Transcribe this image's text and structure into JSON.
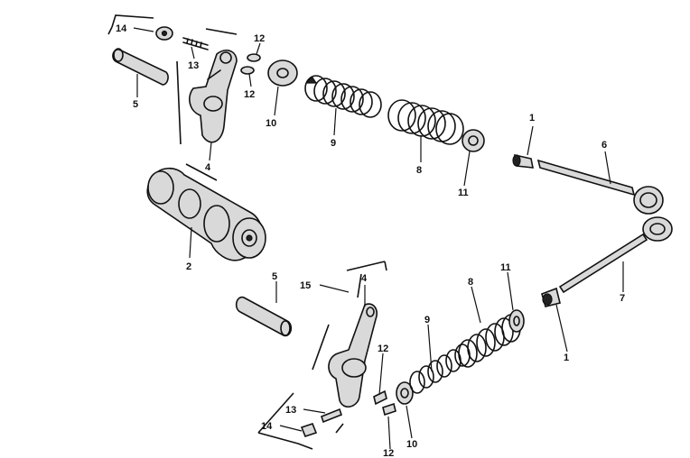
{
  "callouts": {
    "c1a": "1",
    "c1b": "1",
    "c2": "2",
    "c4a": "4",
    "c4b": "4",
    "c5a": "5",
    "c5b": "5",
    "c6": "6",
    "c7": "7",
    "c8a": "8",
    "c8b": "8",
    "c9a": "9",
    "c9b": "9",
    "c10a": "10",
    "c10b": "10",
    "c11a": "11",
    "c11b": "11",
    "c12a": "12",
    "c12b": "12",
    "c12c": "12",
    "c12d": "12",
    "c13a": "13",
    "c13b": "13",
    "c14a": "14",
    "c14b": "14",
    "c15": "15"
  }
}
